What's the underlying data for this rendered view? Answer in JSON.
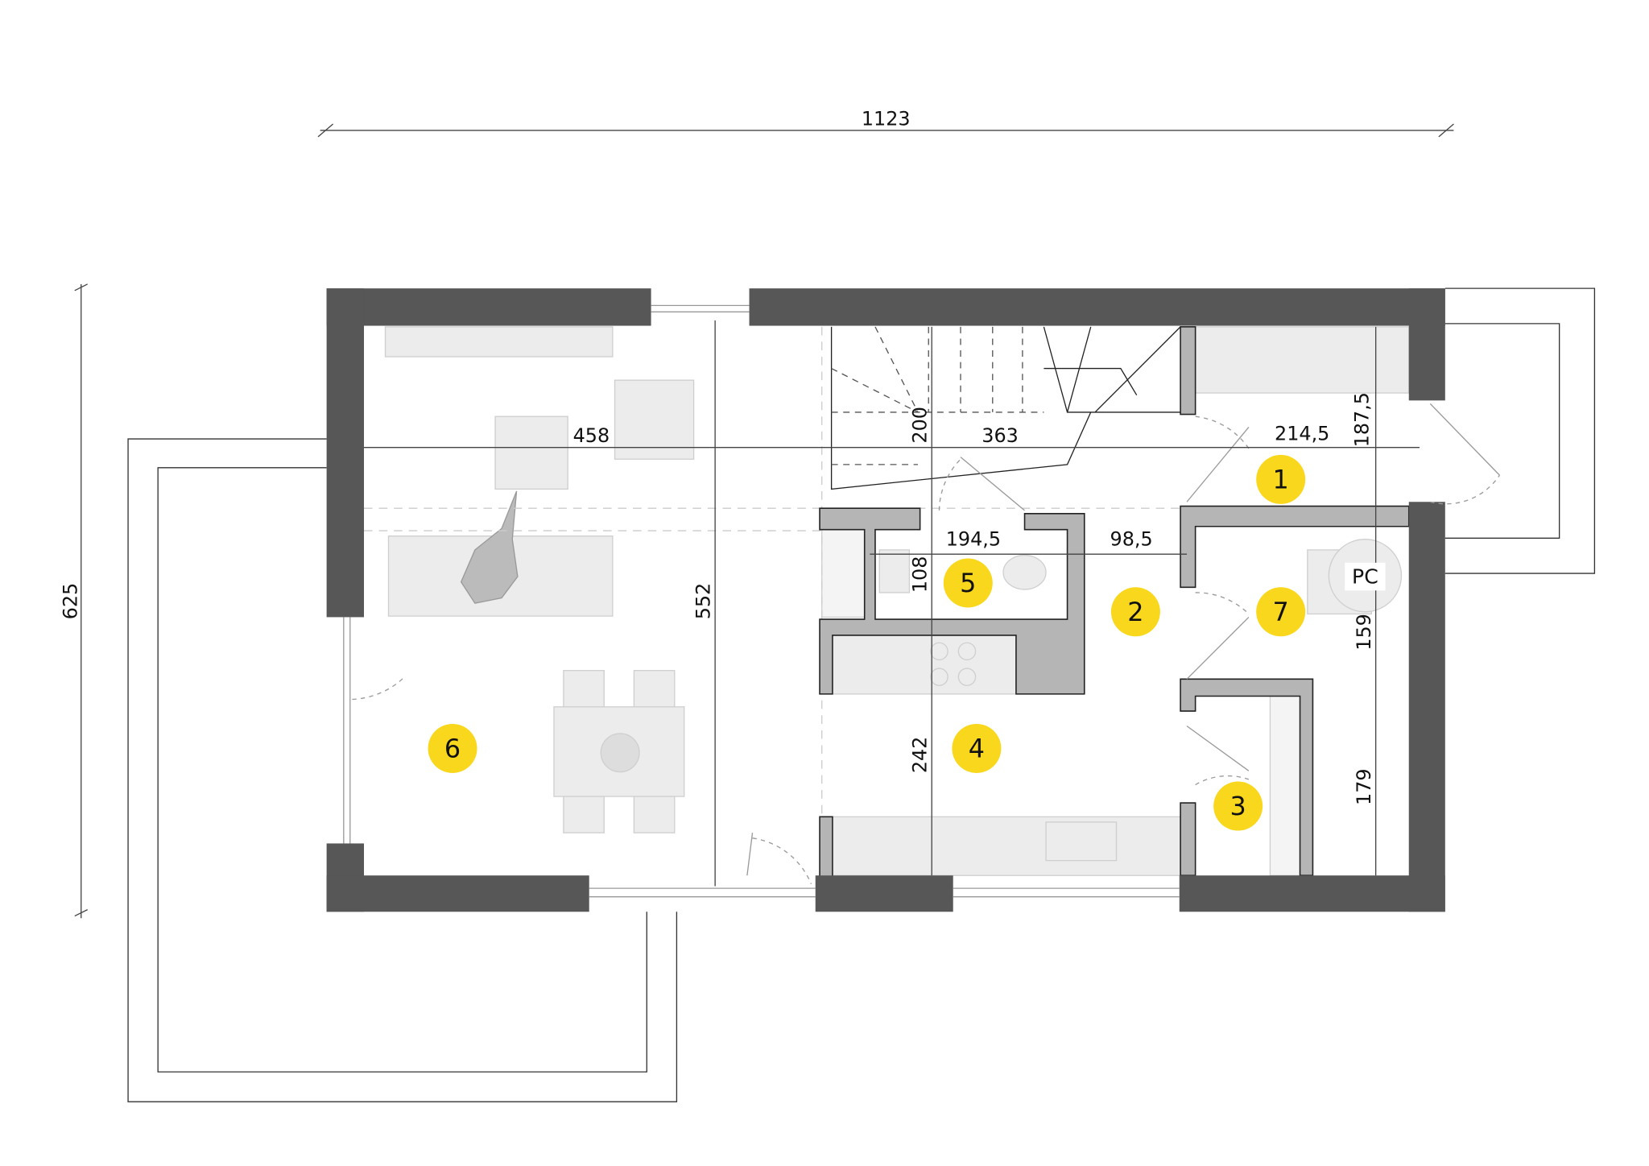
{
  "plan": {
    "colors": {
      "wall": "#575757",
      "partition": "#b5b5b5",
      "furniture": "#ececec",
      "marker": "#f9d71c"
    },
    "dimensions": {
      "overall_width": "1123",
      "overall_depth": "625",
      "living_width": "458",
      "hall_width": "363",
      "stair_depth": "200",
      "entry_width": "214,5",
      "entry_depth": "187,5",
      "bath_width": "194,5",
      "corridor_width": "98,5",
      "bath_depth": "108",
      "living_depth": "552",
      "kitchen_depth": "242",
      "office_depth": "159",
      "storage_depth": "179"
    },
    "rooms": [
      {
        "number": "1"
      },
      {
        "number": "2"
      },
      {
        "number": "3"
      },
      {
        "number": "4"
      },
      {
        "number": "5"
      },
      {
        "number": "6"
      },
      {
        "number": "7"
      }
    ],
    "pc_label": "PC"
  }
}
